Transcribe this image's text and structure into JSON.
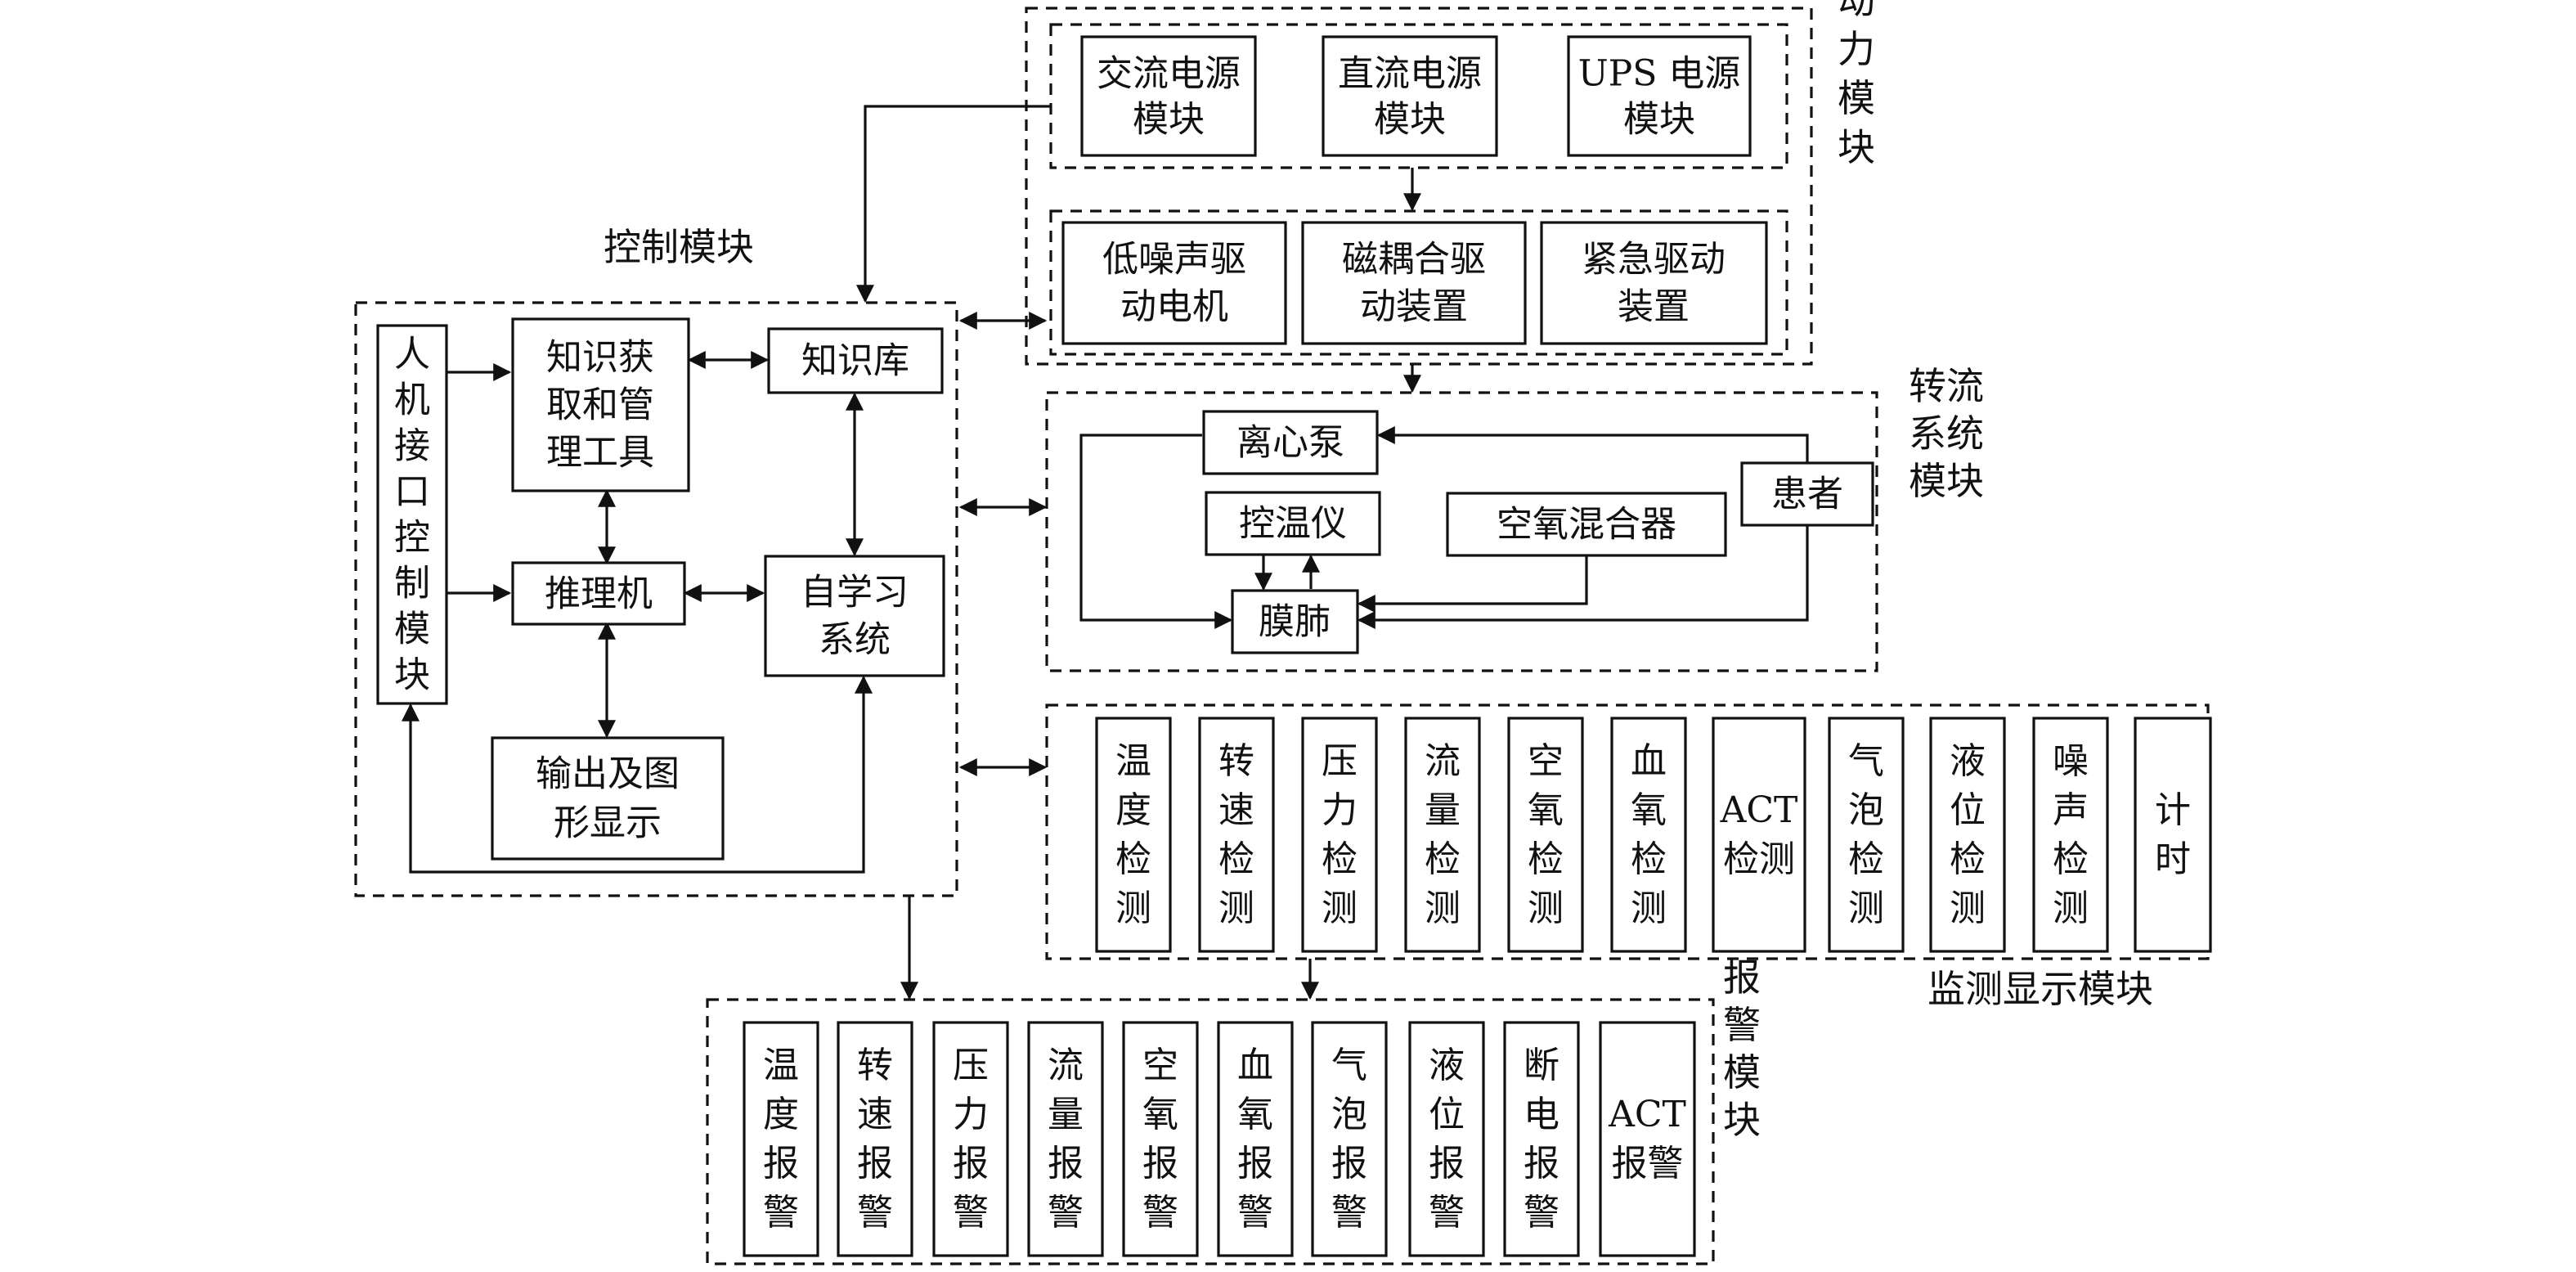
{
  "groups": {
    "power": "动力模块",
    "control": "控制模块",
    "cpb": "转流系统模块",
    "monitor": "监测显示模块",
    "alarm": "报警模块"
  },
  "nodes": {
    "ac_power": "交流电源模块",
    "dc_power": "直流电源模块",
    "ups_power": "UPS 电源模块",
    "motor": "低噪声驱动电机",
    "magnetic": "磁耦合驱动装置",
    "emergency": "紧急驱动装置",
    "hmi": "人机接口控制模块",
    "knowledge_tool": "知识获取和管理工具",
    "knowledge_base": "知识库",
    "inference": "推理机",
    "self_learning": "自学习系统",
    "output": "输出及图形显示",
    "pump": "离心泵",
    "temp_ctrl": "控温仪",
    "blender": "空氧混合器",
    "patient": "患者",
    "oxygenator": "膜肺"
  },
  "monitors": [
    "温度检测",
    "转速检测",
    "压力检测",
    "流量检测",
    "空氧检测",
    "血氧检测",
    "ACT检测",
    "气泡检测",
    "液位检测",
    "噪声检测",
    "计时"
  ],
  "alarms": [
    "温度报警",
    "转速报警",
    "压力报警",
    "流量报警",
    "空氧报警",
    "血氧报警",
    "气泡报警",
    "液位报警",
    "断电报警",
    "ACT报警"
  ]
}
